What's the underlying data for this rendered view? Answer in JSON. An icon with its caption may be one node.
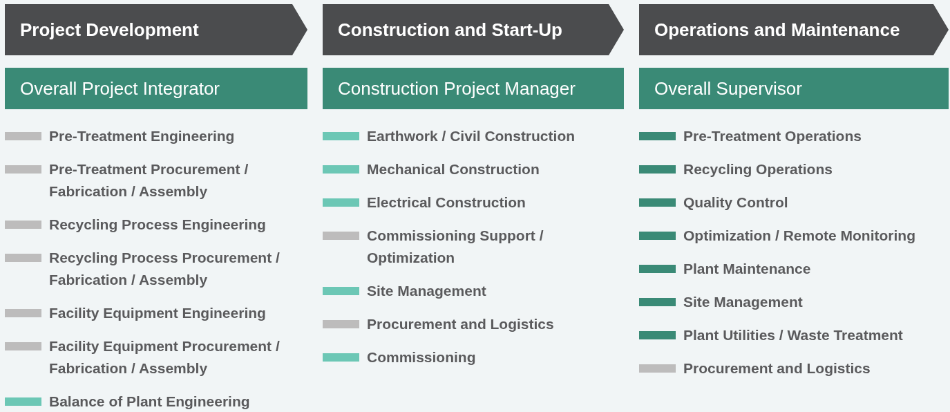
{
  "diagram": {
    "nodes": [
      {
        "text": [
          "Project Development"
        ]
      },
      {
        "text": [
          "Overall Project Integrator"
        ]
      },
      {
        "text": [
          "Construction and Start-Up"
        ]
      },
      {
        "text": [
          "Construction Project Manager"
        ]
      },
      {
        "text": [
          "Operations and Maintenance"
        ]
      },
      {
        "text": [
          "Overall Supervisor"
        ]
      }
    ],
    "labels": [
      "Pre-Treatment Engineering",
      "Pre-Treatment Procurement / Fabrication / Assembly",
      "Recycling Process Engineering",
      "Recycling Process Procurement / Fabrication / Assembly",
      "Facility Equipment Engineering",
      "Facility Equipment Procurement / Fabrication / Assembly",
      "Balance of Plant Engineering",
      "Earthwork / Civil Construction",
      "Mechanical Construction",
      "Electrical Construction",
      "Commissioning Support / Optimization",
      "Site Management",
      "Procurement and Logistics",
      "Commissioning",
      "Pre-Treatment Operations",
      "Recycling Operations",
      "Quality Control",
      "Optimization / Remote Monitoring",
      "Plant Maintenance",
      "Site Management",
      "Plant Utilities / Waste Treatment",
      "Procurement and Logistics"
    ]
  }
}
